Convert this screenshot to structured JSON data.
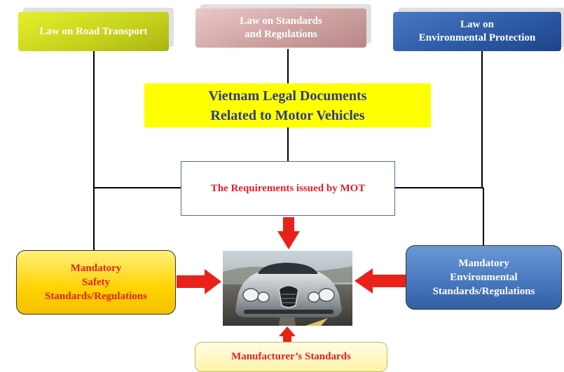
{
  "diagram": {
    "laws": [
      {
        "label_lines": [
          "Law on Road Transport"
        ]
      },
      {
        "label_lines": [
          "Law on Standards",
          "and Regulations"
        ]
      },
      {
        "label_lines": [
          "Law on",
          "Environmental Protection"
        ]
      }
    ],
    "title_lines": [
      "Vietnam Legal Documents",
      "Related to Motor Vehicles"
    ],
    "requirements": "The Requirements issued by MOT",
    "safety_lines": [
      "Mandatory",
      "Safety",
      "Standards/Regulations"
    ],
    "environment_lines": [
      "Mandatory",
      "Environmental",
      "Standards/Regulations"
    ],
    "manufacturer": "Manufacturer’s Standards",
    "colors": {
      "line": "#000000",
      "arrow": "#e8221b",
      "requirement_text": "#e21f26",
      "title_text": "#2e3b8c",
      "title_bg": "#ffff00"
    }
  }
}
